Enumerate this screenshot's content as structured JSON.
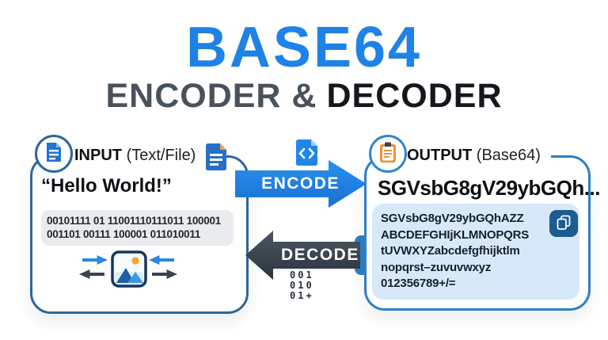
{
  "title": {
    "main": "BASE64",
    "sub_encoder": "ENCODER &",
    "sub_decoder": "DECODER"
  },
  "input_panel": {
    "label": "INPUT",
    "sublabel": "(Text/File)",
    "quote": "“Hello World!”",
    "binary": [
      "00101111 01 11001110111011 100001",
      "001101 00111 100001 011010011"
    ]
  },
  "flow": {
    "encode_label": "ENCODE",
    "decode_label": "DECODE",
    "bits": [
      "001",
      "010",
      "01+"
    ]
  },
  "output_panel": {
    "label": "OUTPUT",
    "sublabel": "(Base64)",
    "headline": "SGVsbG8gV29ybGQh...",
    "lines": [
      "SGVsbG8gV29ybGQhAZZ",
      "ABCDEFGHIjKLMNOPQRS",
      "tUVWXYZabcdefgfhijktlm",
      "nopqrst–zuvuvwxyz",
      "012356789+/="
    ]
  },
  "icons": {
    "input_header": "document-icon",
    "input_file": "file-icon",
    "encode_source": "code-file-icon",
    "output_header": "clipboard-icon",
    "image_preview": "image-icon",
    "copy": "copy-icon",
    "swap": "swap-arrows-icon"
  },
  "colors": {
    "accent_blue": "#1e82e6",
    "slate": "#49525c",
    "near_black": "#14181d",
    "panel_border_left": "#2d6699",
    "panel_border_right": "#2e7fc4",
    "encode_arrow": "#1e86e6",
    "decode_arrow": "#39434e",
    "binary_box_bg": "#e9ebee",
    "base64_box_bg": "#d7e9f8",
    "copy_button_bg": "#1d5c92",
    "sun_orange": "#f5a63a"
  }
}
